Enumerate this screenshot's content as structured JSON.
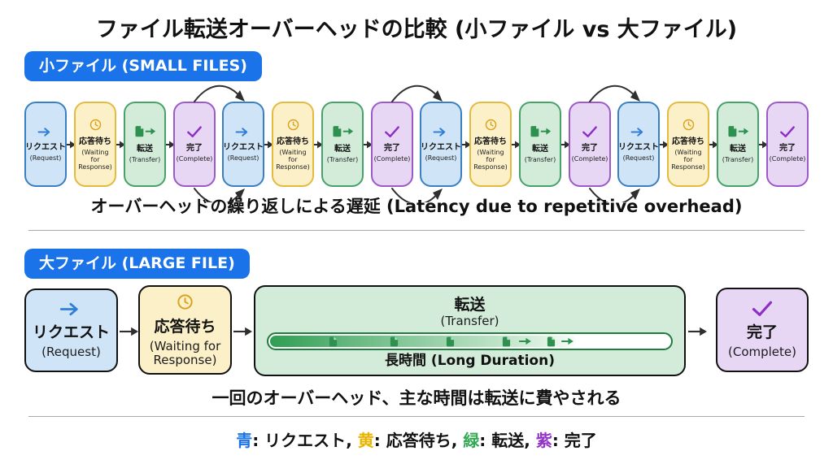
{
  "title": "ファイル転送オーバーヘッドの比較 (小ファイル vs 大ファイル)",
  "palette": {
    "badge_blue": "#1a73e8",
    "request_fill": "#cfe5f7",
    "request_border": "#3a7fc1",
    "request_icon": "#2f7fd6",
    "wait_fill": "#fcf0c8",
    "wait_border": "#e3bb3f",
    "wait_icon": "#d9a11c",
    "transfer_fill": "#d3ecda",
    "transfer_border": "#48a169",
    "transfer_icon": "#2e9150",
    "complete_fill": "#e8d6f5",
    "complete_border": "#9a5bc8",
    "complete_icon": "#8c2fc7",
    "arrow_dark": "#2f2f2f"
  },
  "small_files": {
    "badge": "小ファイル (SMALL FILES)",
    "repeat_count": 4,
    "steps": [
      {
        "jp": "リクエスト",
        "en": "(Request)",
        "icon": "arrow-right-icon",
        "color": "blue"
      },
      {
        "jp": "応答待ち",
        "en": "(Waiting for Response)",
        "icon": "clock-icon",
        "color": "yellow"
      },
      {
        "jp": "転送",
        "en": "(Transfer)",
        "icon": "file-transfer-icon",
        "color": "green"
      },
      {
        "jp": "完了",
        "en": "(Complete)",
        "icon": "check-icon",
        "color": "purple"
      }
    ],
    "caption": "オーバーヘッドの繰り返しによる遅延 (Latency due to repetitive overhead)"
  },
  "large_file": {
    "badge": "大ファイル (LARGE FILE)",
    "request": {
      "jp": "リクエスト",
      "en": "(Request)",
      "icon": "arrow-right-icon"
    },
    "wait": {
      "jp": "応答待ち",
      "en": "(Waiting for Response)",
      "icon": "clock-icon"
    },
    "transfer": {
      "jp": "転送",
      "en": "(Transfer)",
      "duration": "長時間 (Long Duration)",
      "progress_fill_percent": 76,
      "bar_icon": "file-icon"
    },
    "complete": {
      "jp": "完了",
      "en": "(Complete)",
      "icon": "check-icon"
    },
    "caption": "一回のオーバーヘッド、主な時間は転送に費やされる"
  },
  "legend": {
    "items": [
      {
        "key": "青",
        "label": ": リクエスト",
        "color": "#1a73e8"
      },
      {
        "key": "黄",
        "label": ": 応答待ち",
        "color": "#e8b400"
      },
      {
        "key": "緑",
        "label": ": 転送",
        "color": "#34a853"
      },
      {
        "key": "紫",
        "label": ": 完了",
        "color": "#9334c6"
      }
    ],
    "separator": ", "
  }
}
